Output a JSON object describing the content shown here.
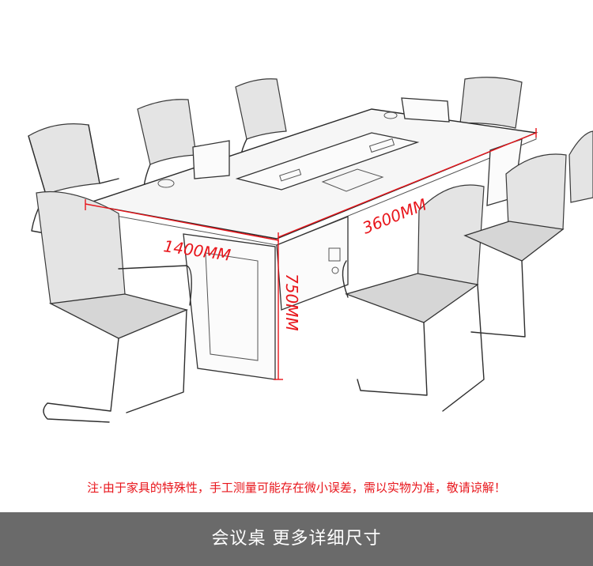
{
  "diagram": {
    "dimension_length": "3600MM",
    "dimension_width": "1400MM",
    "dimension_height": "750MM"
  },
  "disclaimer": "注·由于家具的特殊性，手工测量可能存在微小误差，需以实物为准，敬请谅解！",
  "banner": {
    "title": "会议桌  更多详细尺寸",
    "background": "#6a6a6a"
  },
  "colors": {
    "dimension_red": "#e8151b"
  }
}
